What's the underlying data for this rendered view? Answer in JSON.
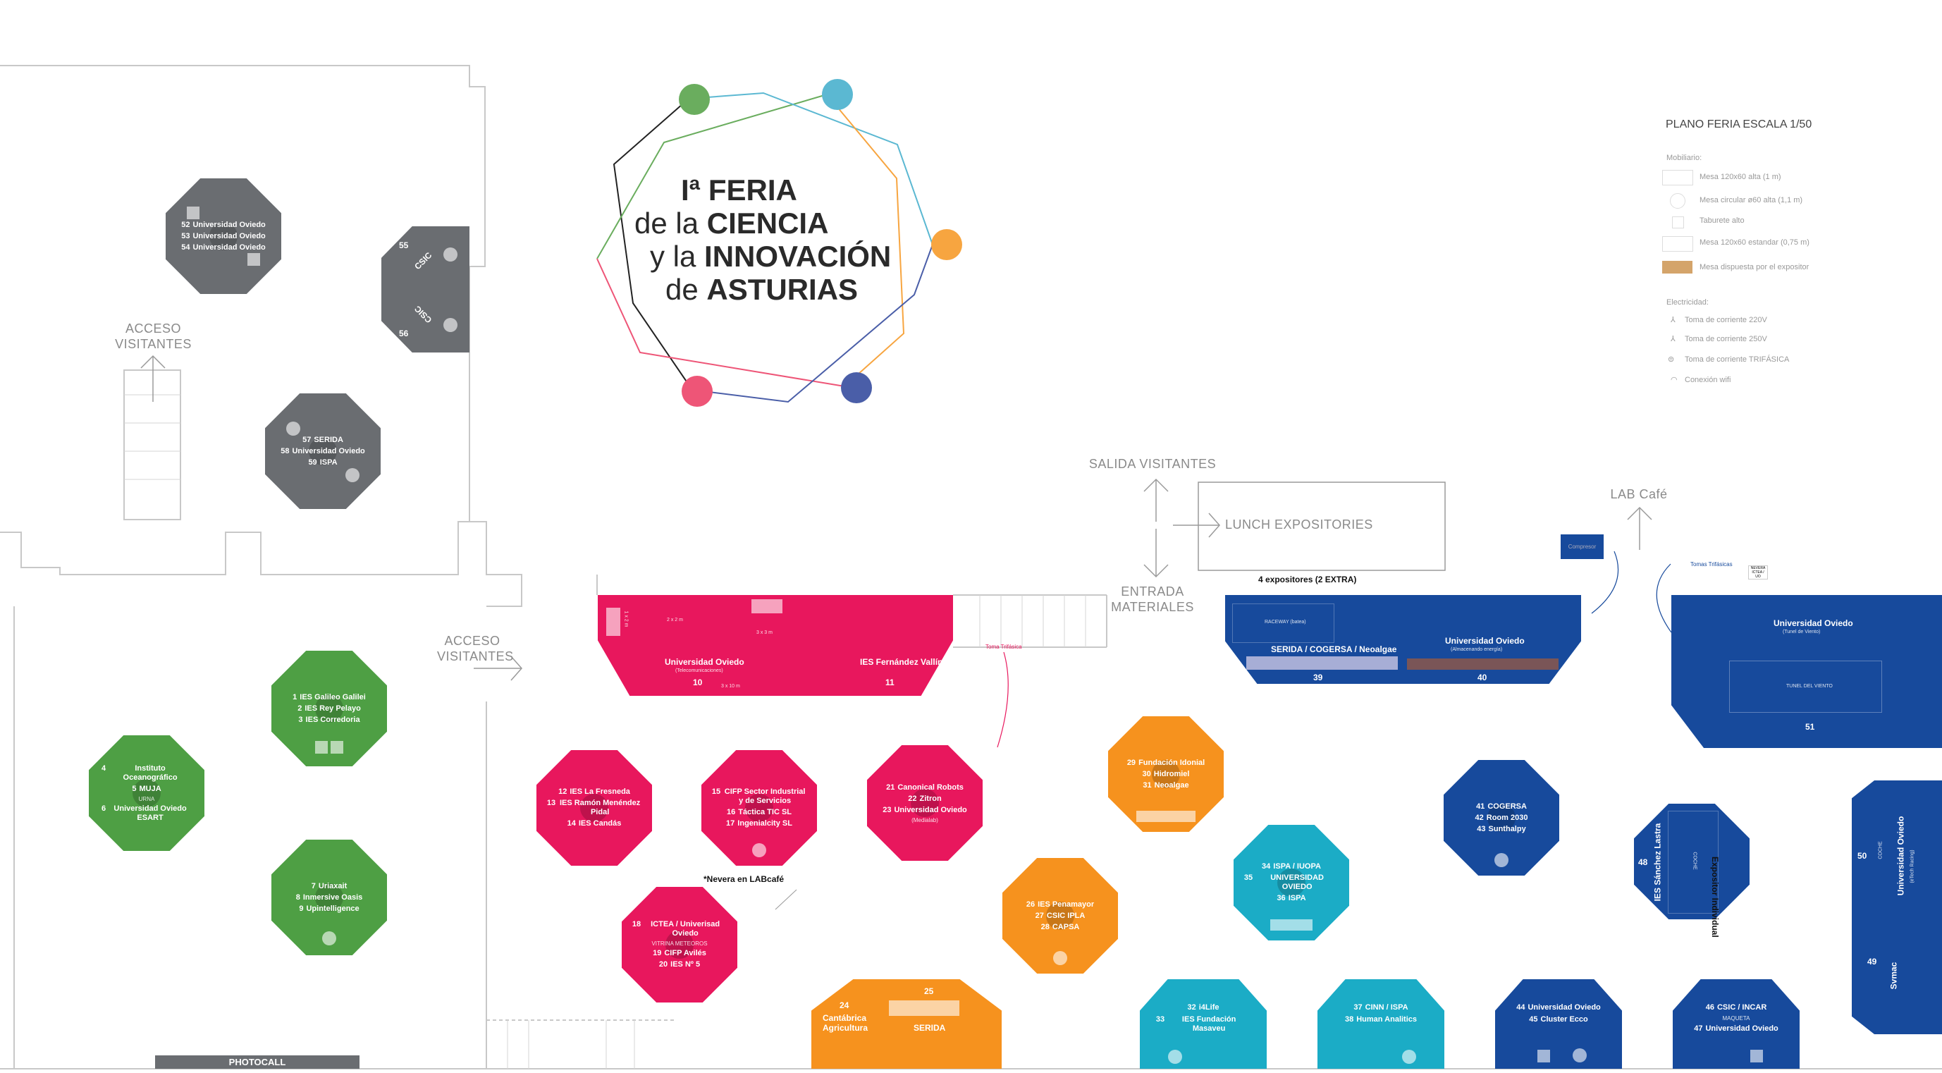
{
  "logo": {
    "line1": "Iª FERIA",
    "line2_light": "de la",
    "line2_bold": "CIENCIA",
    "line3_light": "y la",
    "line3_bold": "INNOVACIÓN",
    "line4_light": "de",
    "line4_bold": "ASTURIAS",
    "colors": {
      "green": "#6aad5e",
      "cyan": "#5bb8d2",
      "orange": "#f7a540",
      "pink": "#ee5577",
      "navy": "#4a5ea8"
    }
  },
  "legend": {
    "title": "PLANO FERIA ESCALA 1/50",
    "furniture_heading": "Mobiliario:",
    "furniture": [
      "Mesa 120x60 alta (1 m)",
      "Mesa circular ø60 alta (1,1 m)",
      "Taburete alto",
      "Mesa 120x60 estandar (0,75 m)",
      "Mesa dispuesta por el expositor"
    ],
    "electric_heading": "Electricidad:",
    "electric": [
      "Toma de corriente 220V",
      "Toma de corriente 250V",
      "Toma de corriente TRIFÁSICA",
      "Conexión wifi"
    ],
    "exhibitor_table_color": "#d4a46a"
  },
  "signs": {
    "acceso_left": "ACCESO VISITANTES",
    "acceso_mid": "ACCESO VISITANTES",
    "salida": "SALIDA VISITANTES",
    "entrada": "ENTRADA MATERIALES",
    "lunch": "LUNCH EXPOSITORIES",
    "lunch_note": "4 expositores (2 EXTRA)",
    "labcafe": "LAB Café",
    "compresor": "Compresor",
    "toma_trifasica": "Toma Trifásica",
    "tomas_trifasicas": "Tomas Trifásicas",
    "nevera_ictea": "NEVERA ICTEA / UO",
    "nevera_note": "*Nevera en LABcafé",
    "photocall": "PHOTOCALL",
    "expositor_individual": "Expositor Individual"
  },
  "dims": {
    "a": "1 x 2 m",
    "b": "2 x 2 m",
    "c": "3 x 3 m",
    "d": "3 x 10 m",
    "raceway": "RACEWAY (batea)",
    "tunel": "TUNEL DEL VIENTO",
    "coche": "COCHE",
    "vitrina": "VITRINA METEOROS",
    "maqueta": "MAQUETA",
    "urna": "URNA"
  },
  "stands": {
    "1": {
      "num": "1",
      "name": "IES Galileo Galilei"
    },
    "2": {
      "num": "2",
      "name": "IES Rey Pelayo"
    },
    "3": {
      "num": "3",
      "name": "IES Corredoria"
    },
    "4": {
      "num": "4",
      "name": "Instituto Oceanográfico"
    },
    "5": {
      "num": "5",
      "name": "MUJA"
    },
    "6": {
      "num": "6",
      "name": "Universidad Oviedo ESART"
    },
    "7": {
      "num": "7",
      "name": "Uriaxait"
    },
    "8": {
      "num": "8",
      "name": "Inmersive Oasis"
    },
    "9": {
      "num": "9",
      "name": "Upintelligence"
    },
    "10": {
      "num": "10",
      "name": "Universidad Oviedo",
      "sub": "(Telecomunicaciones)"
    },
    "11": {
      "num": "11",
      "name": "IES Fernández Vallín"
    },
    "12": {
      "num": "12",
      "name": "IES La Fresneda"
    },
    "13": {
      "num": "13",
      "name": "IES Ramón Menéndez Pidal"
    },
    "14": {
      "num": "14",
      "name": "IES Candás"
    },
    "15": {
      "num": "15",
      "name": "CIFP Sector Industrial y de Servicios"
    },
    "16": {
      "num": "16",
      "name": "Táctica TIC SL"
    },
    "17": {
      "num": "17",
      "name": "Ingenialcity SL"
    },
    "18": {
      "num": "18",
      "name": "ICTEA / Univerisad Oviedo"
    },
    "19": {
      "num": "19",
      "name": "CIFP Avilés"
    },
    "20": {
      "num": "20",
      "name": "IES Nº 5"
    },
    "21": {
      "num": "21",
      "name": "Canonical Robots"
    },
    "22": {
      "num": "22",
      "name": "Zitron"
    },
    "23": {
      "num": "23",
      "name": "Universidad Oviedo",
      "sub": "(Medialab)"
    },
    "24": {
      "num": "24",
      "name": "Cantábrica Agricultura"
    },
    "25": {
      "num": "25",
      "name": "SERIDA"
    },
    "26": {
      "num": "26",
      "name": "IES Penamayor"
    },
    "27": {
      "num": "27",
      "name": "CSIC IPLA"
    },
    "28": {
      "num": "28",
      "name": "CAPSA"
    },
    "29": {
      "num": "29",
      "name": "Fundación Idonial"
    },
    "30": {
      "num": "30",
      "name": "Hidromiel"
    },
    "31": {
      "num": "31",
      "name": "Neoalgae"
    },
    "32": {
      "num": "32",
      "name": "i4Life"
    },
    "33": {
      "num": "33",
      "name": "IES Fundación Masaveu"
    },
    "34": {
      "num": "34",
      "name": "ISPA / IUOPA"
    },
    "35": {
      "num": "35",
      "name": "UNIVERSIDAD OVIEDO"
    },
    "36": {
      "num": "36",
      "name": "ISPA"
    },
    "37": {
      "num": "37",
      "name": "CINN / ISPA"
    },
    "38": {
      "num": "38",
      "name": "Human Analitics"
    },
    "39": {
      "num": "39",
      "name": "SERIDA / COGERSA / Neoalgae"
    },
    "40": {
      "num": "40",
      "name": "Universidad Oviedo",
      "sub": "(Almacenando energía)"
    },
    "41": {
      "num": "41",
      "name": "COGERSA"
    },
    "42": {
      "num": "42",
      "name": "Room 2030"
    },
    "43": {
      "num": "43",
      "name": "Sunthalpy"
    },
    "44": {
      "num": "44",
      "name": "Universidad Oviedo"
    },
    "45": {
      "num": "45",
      "name": "Cluster Ecco"
    },
    "46": {
      "num": "46",
      "name": "CSIC / INCAR"
    },
    "47": {
      "num": "47",
      "name": "Universidad Oviedo"
    },
    "48": {
      "num": "48",
      "name": "IES Sánchez Lastra"
    },
    "49": {
      "num": "49",
      "name": "Svmac"
    },
    "50": {
      "num": "50",
      "name": "Universidad Oviedo",
      "sub": "(eTech Racing)"
    },
    "51": {
      "num": "51",
      "name": "Universidad Oviedo",
      "sub": "(Tunel de Viento)"
    },
    "52": {
      "num": "52",
      "name": "Universidad Oviedo"
    },
    "53": {
      "num": "53",
      "name": "Universidad Oviedo"
    },
    "54": {
      "num": "54",
      "name": "Universidad Oviedo"
    },
    "55": {
      "num": "55",
      "name": "CSIC"
    },
    "56": {
      "num": "56",
      "name": "CSIC"
    },
    "57": {
      "num": "57",
      "name": "SERIDA"
    },
    "58": {
      "num": "58",
      "name": "Universidad Oviedo"
    },
    "59": {
      "num": "59",
      "name": "ISPA"
    }
  }
}
